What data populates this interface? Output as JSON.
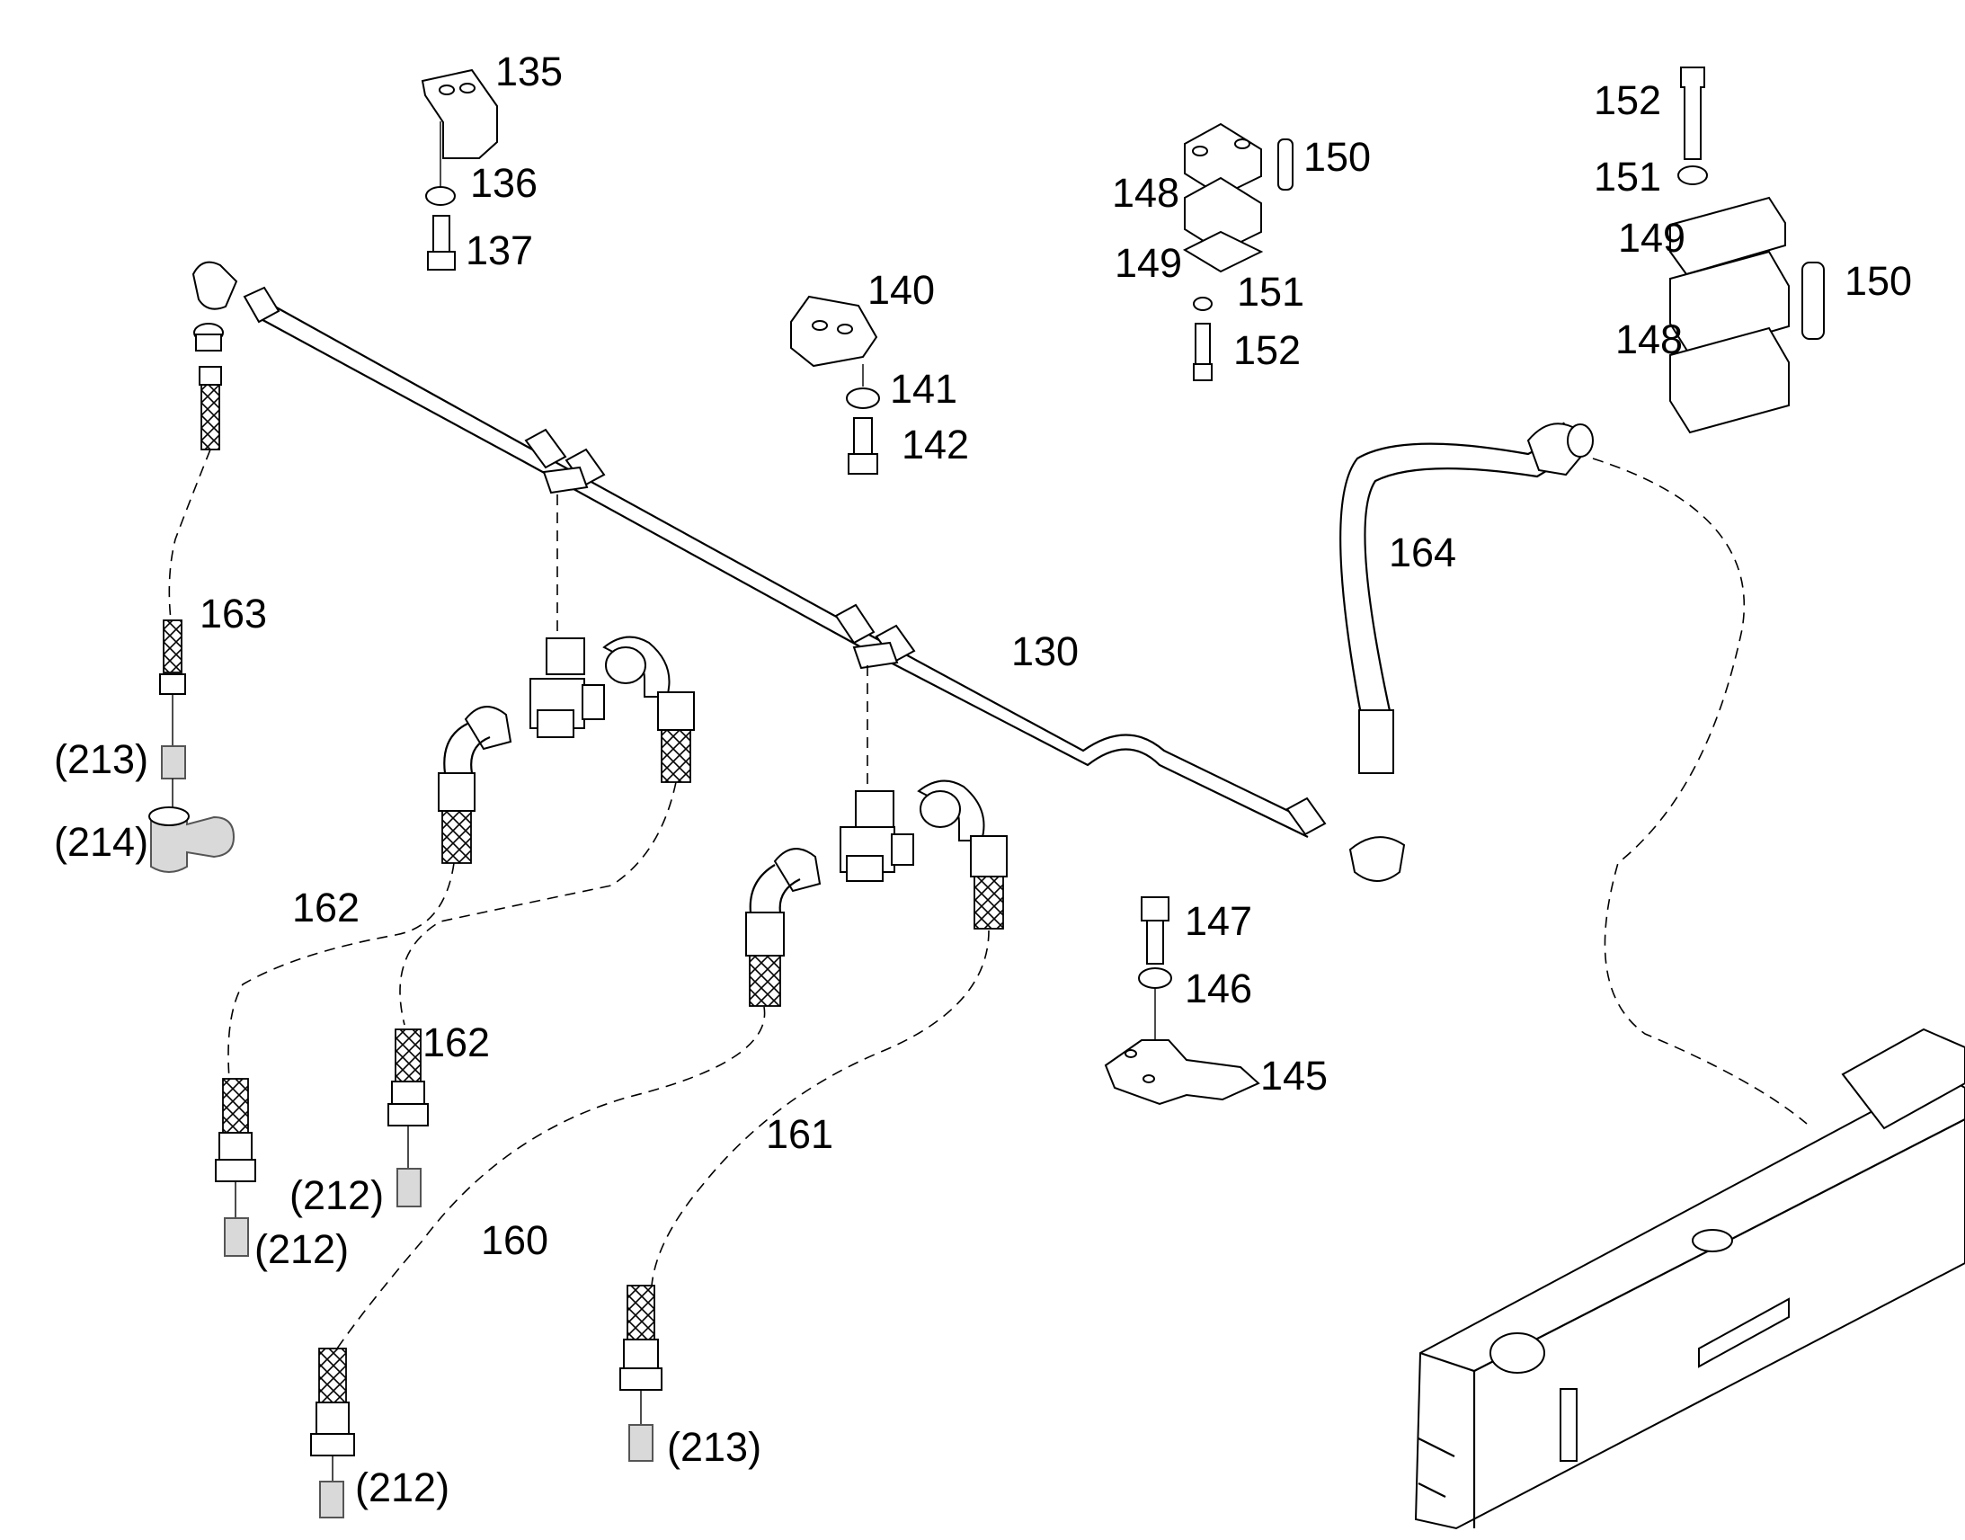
{
  "labels": {
    "p130": "130",
    "p135": "135",
    "p136": "136",
    "p137": "137",
    "p140": "140",
    "p141": "141",
    "p142": "142",
    "p145": "145",
    "p146": "146",
    "p147": "147",
    "p148_left": "148",
    "p149_left": "149",
    "p150_left": "150",
    "p151_left": "151",
    "p152_left": "152",
    "p148_right": "148",
    "p149_right": "149",
    "p150_right": "150",
    "p151_right": "151",
    "p152_right": "152",
    "p160": "160",
    "p161": "161",
    "p162_upper": "162",
    "p162_lower": "162",
    "p163": "163",
    "p164": "164",
    "ref212_a": "(212)",
    "ref212_b": "(212)",
    "ref212_c": "(212)",
    "ref213_a": "(213)",
    "ref213_b": "(213)",
    "ref214": "(214)"
  }
}
